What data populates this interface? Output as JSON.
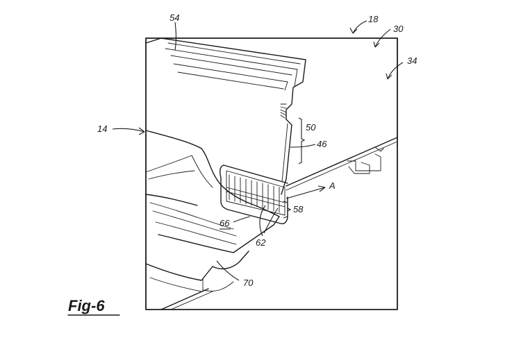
{
  "figure": {
    "title": "Fig-6",
    "labels": {
      "l18": "18",
      "l30": "30",
      "l34": "34",
      "l54": "54",
      "l14": "14",
      "l50": "50",
      "l46": "46",
      "lA": "A",
      "l58": "58",
      "l66": "66",
      "l62": "62",
      "l70": "70"
    }
  }
}
